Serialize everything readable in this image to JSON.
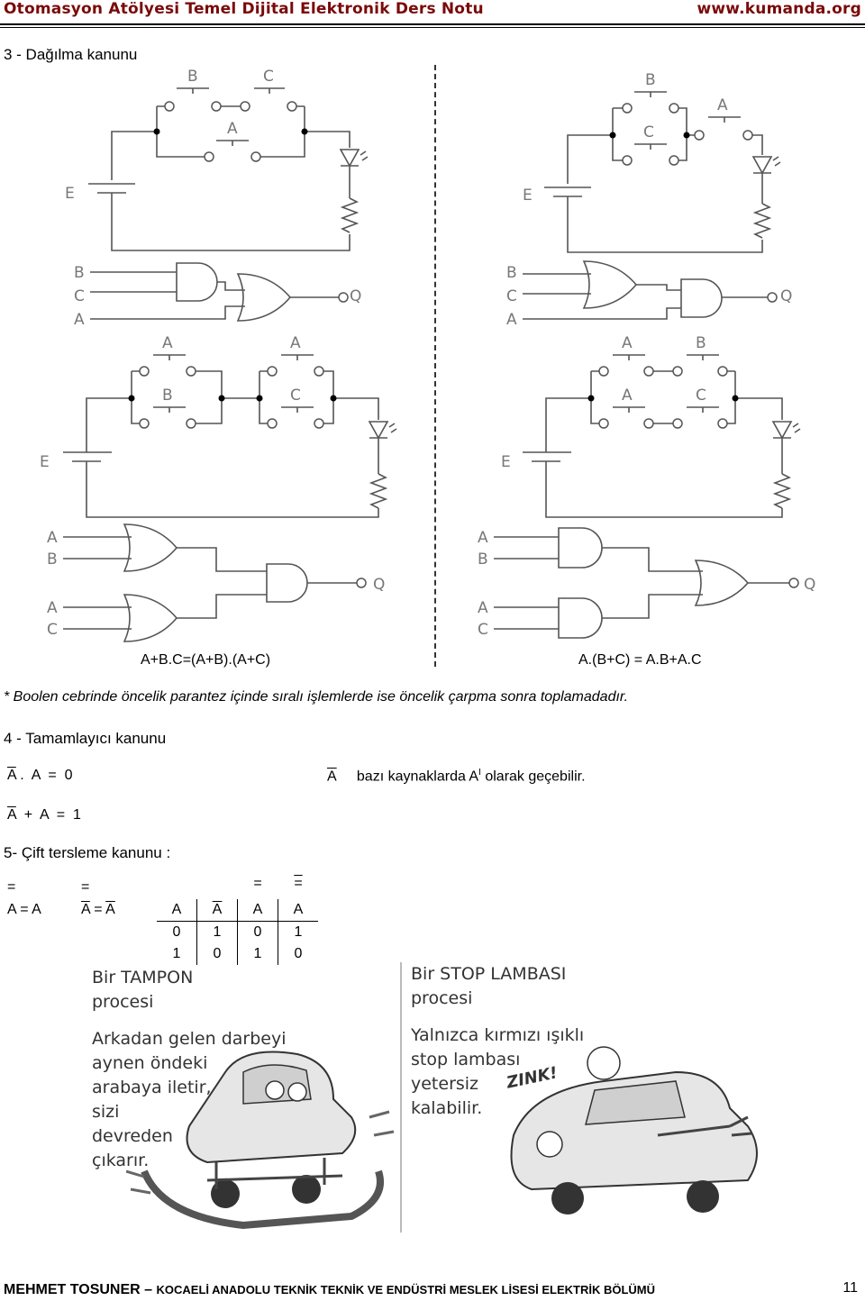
{
  "header": {
    "title": "Otomasyon Atölyesi Temel Dijital Elektronik Ders Notu",
    "site": "www.kumanda.org"
  },
  "section3": {
    "title": "3 - Dağılma kanunu",
    "diagram_labels": {
      "B": "B",
      "C": "C",
      "A": "A",
      "E": "E",
      "Q": "Q"
    },
    "left_formula": "A+B.C=(A+B).(A+C)",
    "right_formula": "A.(B+C) = A.B+A.C",
    "note": "* Boolen cebrinde öncelik parantez içinde sıralı işlemlerde ise öncelik çarpma sonra toplamadadır."
  },
  "section4": {
    "title": "4 - Tamamlayıcı kanunu",
    "eq1_a": "A",
    "eq1_rest": " .  A  =  0",
    "eq2_a": "A",
    "eq2_rest": "  +  A  =  1",
    "note_a": "A",
    "note_text": "bazı kaynaklarda A",
    "note_sup": "I",
    "note_end": " olarak geçebilir."
  },
  "section5": {
    "title": "5- Çift tersleme kanunu :",
    "eq1_bar": "=",
    "eq1_a": "A",
    "eq1_rest": " = A",
    "eq2_bar": "=",
    "eq2_a": "A",
    "eq2_mid": " = ",
    "eq2_b": "A",
    "table": {
      "header": [
        "A",
        "A",
        "A",
        "A"
      ],
      "rows": [
        [
          "0",
          "1",
          "0",
          "1"
        ],
        [
          "1",
          "0",
          "1",
          "0"
        ]
      ]
    }
  },
  "cartoons": {
    "left": {
      "title_line1": "Bir TAMPON",
      "title_line2": "procesi",
      "lines": [
        "Arkadan gelen darbeyi",
        "aynen öndeki",
        "arabaya iletir,",
        "sizi",
        "devreden",
        "çıkarır."
      ]
    },
    "right": {
      "title_line1": "Bir STOP LAMBASI",
      "title_line2": "procesi",
      "lines": [
        "Yalnızca kırmızı ışıklı",
        "stop lambası",
        "yetersiz",
        "kalabilir."
      ],
      "sound": "ZINK!"
    }
  },
  "footer": {
    "author": "MEHMET TOSUNER",
    "dash": " – ",
    "school": "KOCAELİ ANADOLU TEKNİK TEKNİK VE ENDÜSTRİ MESLEK LİSESİ ELEKTRİK BÖLÜMÜ",
    "page": "11"
  }
}
